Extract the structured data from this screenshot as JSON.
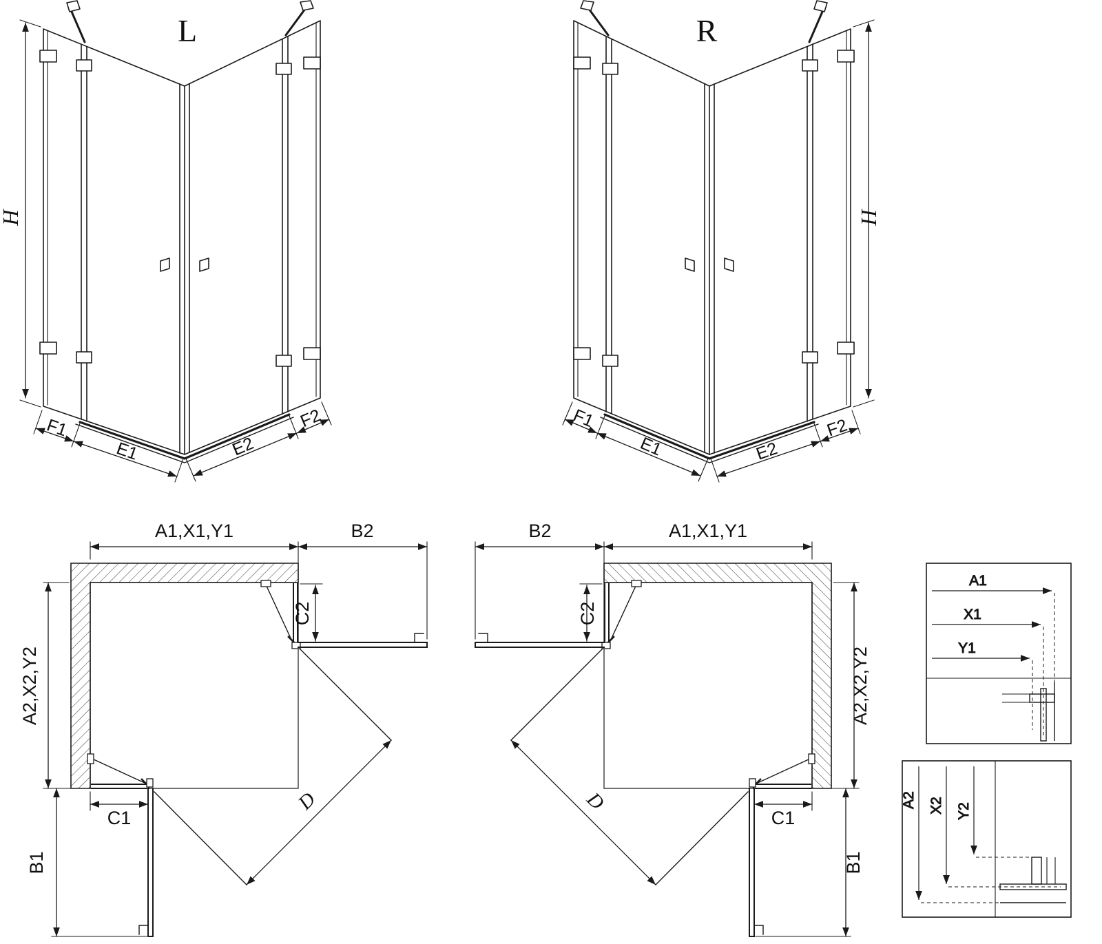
{
  "drawing": {
    "background": "#ffffff",
    "line_color": "#1a1a1a"
  },
  "perspective_left": {
    "title": "L",
    "dim_height": "H",
    "dims_bottom": [
      "F1",
      "E1",
      "E2",
      "F2"
    ]
  },
  "perspective_right": {
    "title": "R",
    "dim_height": "H",
    "dims_bottom": [
      "F2",
      "E2",
      "E1",
      "F1"
    ]
  },
  "plan_left": {
    "dim_top": "A1,X1,Y1",
    "dim_top_right": "B2",
    "dim_left": "A2,X2,Y2",
    "dim_right": "C2",
    "dim_bottom": "C1",
    "dim_bottom_left": "B1",
    "dim_diagonal": "D"
  },
  "plan_right": {
    "dim_top": "A1,X1,Y1",
    "dim_top_left": "B2",
    "dim_right": "A2,X2,Y2",
    "dim_left": "C2",
    "dim_bottom": "C1",
    "dim_bottom_right": "B1",
    "dim_diagonal": "D"
  },
  "detail_top": {
    "rows": [
      "A1",
      "X1",
      "Y1"
    ]
  },
  "detail_bottom": {
    "cols": [
      "A2",
      "X2",
      "Y2"
    ]
  }
}
